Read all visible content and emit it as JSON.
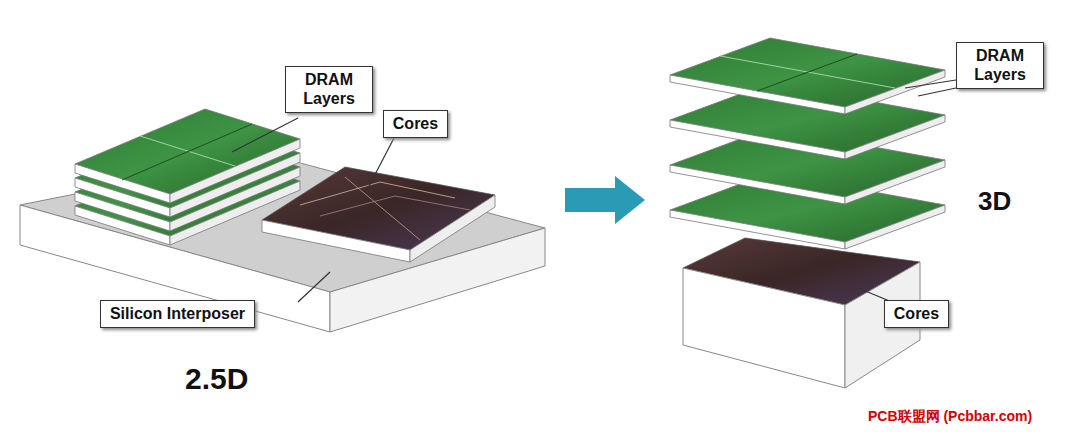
{
  "diagram": {
    "nodes": [
      {
        "text": [
          "DRAM Layers"
        ]
      },
      {
        "text": [
          "Cores"
        ]
      },
      {
        "text": [
          "Silicon Interposer"
        ]
      },
      {
        "text": [
          "DRAM Layers"
        ]
      },
      {
        "text": [
          "Cores"
        ]
      }
    ],
    "labels": [
      "2.5D",
      "3D",
      "PCB联盟网 (Pcbbar.com)"
    ]
  }
}
